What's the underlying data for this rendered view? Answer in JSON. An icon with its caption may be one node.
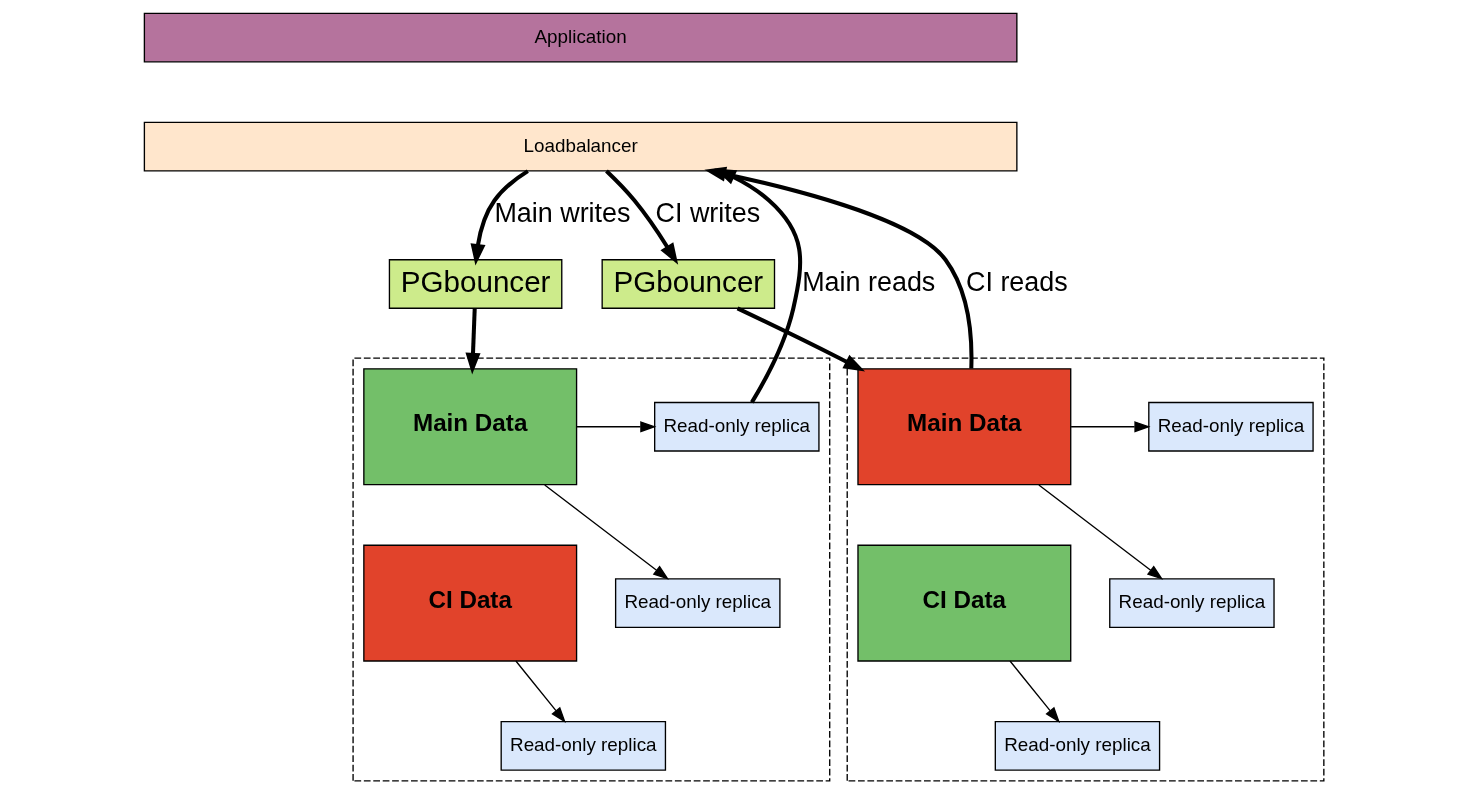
{
  "diagram": {
    "nodes": [
      {
        "text": [
          "Application"
        ]
      },
      {
        "text": [
          "Loadbalancer"
        ]
      },
      {
        "text": [
          "PGbouncer"
        ]
      },
      {
        "text": [
          "PGbouncer"
        ]
      },
      {
        "text": [],
        "shape": "box"
      },
      {
        "text": [
          "Read-only replica"
        ],
        "in": 4
      },
      {
        "text": [
          "Read-only replica"
        ],
        "in": 4
      },
      {
        "text": [
          "Read-only replica"
        ],
        "in": 4
      },
      {
        "text": [
          "Main Data"
        ],
        "in": 4
      },
      {
        "text": [
          "CI Data"
        ],
        "in": 4
      },
      {
        "text": [],
        "shape": "box"
      },
      {
        "text": [
          "Read-only replica"
        ],
        "in": 10
      },
      {
        "text": [
          "Read-only replica"
        ],
        "in": 10
      },
      {
        "text": [
          "Read-only replica"
        ],
        "in": 10
      },
      {
        "text": [
          "Main Data"
        ],
        "in": 10
      },
      {
        "text": [
          "CI Data"
        ],
        "in": 10
      }
    ],
    "edges": [
      {
        "from": 5,
        "to": 1,
        "arrow": "to",
        "label": "Main reads",
        "style": "thick"
      },
      {
        "from": 1,
        "to": 2,
        "arrow": "to",
        "label": "Main writes",
        "style": "thick"
      },
      {
        "from": 2,
        "to": 8,
        "arrow": "to",
        "style": "thick"
      },
      {
        "from": 8,
        "to": 5,
        "arrow": "to"
      },
      {
        "from": 8,
        "to": 6,
        "arrow": "to"
      },
      {
        "from": 9,
        "to": 7,
        "arrow": "to"
      },
      {
        "from": 1,
        "to": 3,
        "arrow": "to",
        "label": "CI writes",
        "style": "thick"
      },
      {
        "from": 3,
        "to": 14,
        "arrow": "to",
        "style": "thick"
      },
      {
        "from": 14,
        "to": 1,
        "arrow": "to",
        "label": "CI reads",
        "style": "thick"
      },
      {
        "from": 14,
        "to": 11,
        "arrow": "to"
      },
      {
        "from": 14,
        "to": 12,
        "arrow": "to"
      },
      {
        "from": 15,
        "to": 13,
        "arrow": "to"
      }
    ]
  }
}
